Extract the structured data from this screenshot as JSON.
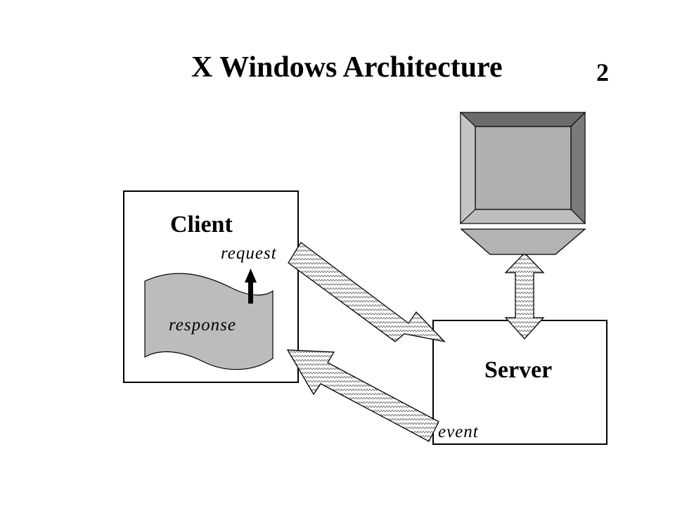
{
  "title": "X Windows Architecture",
  "slide_number": "2",
  "client": {
    "label": "Client",
    "request_label": "request",
    "response_label": "response"
  },
  "server": {
    "label": "Server",
    "event_label": "event"
  },
  "colors": {
    "document_fill": "#bcbcbc",
    "monitor_outer": "#a9a9a9",
    "monitor_screen": "#b0b0b0",
    "stroke": "#000000"
  }
}
